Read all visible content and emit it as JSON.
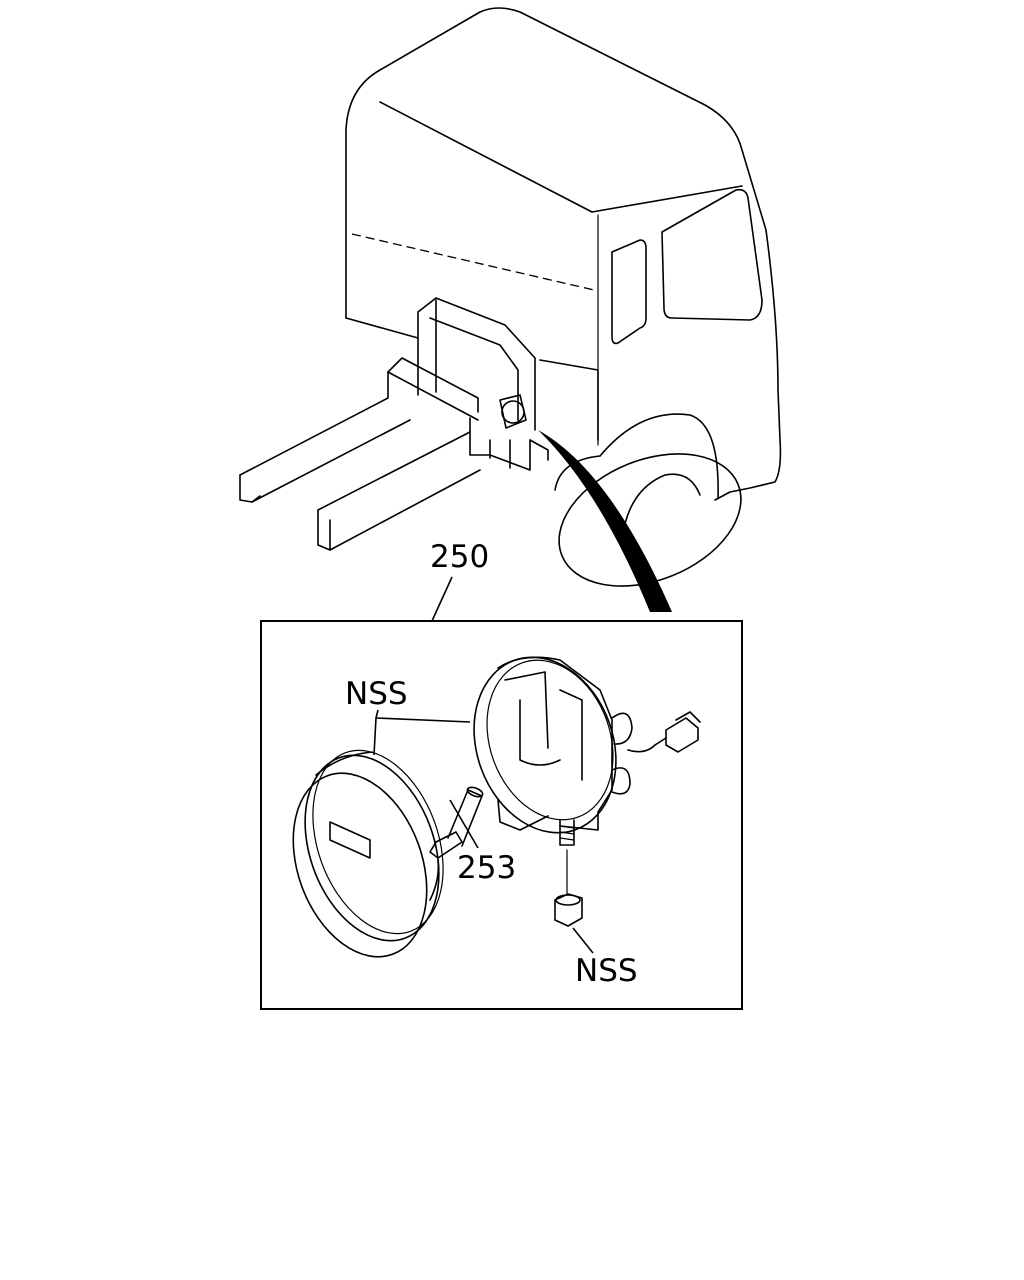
{
  "callouts": {
    "assembly": "250",
    "bulb": "253",
    "lens_nss": "NSS",
    "nut_nss": "NSS"
  },
  "colors": {
    "line": "#000000",
    "background": "#ffffff"
  }
}
